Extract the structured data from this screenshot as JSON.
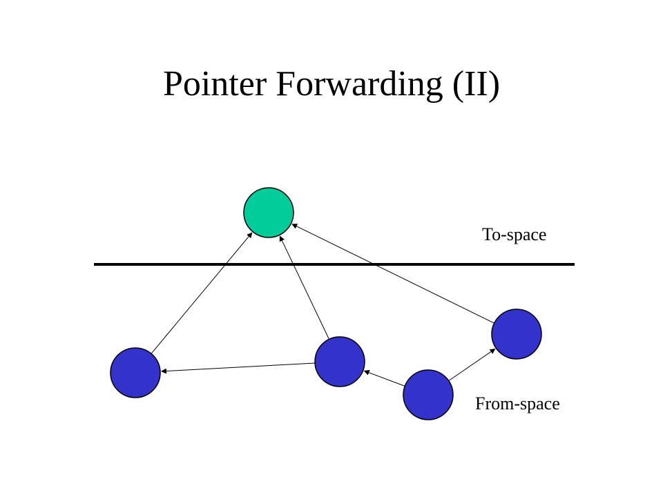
{
  "slide": {
    "title": "Pointer Forwarding (II)"
  },
  "labels": {
    "to_space": "To-space",
    "from_space": "From-space"
  },
  "colors": {
    "to_space_node": "#00cc99",
    "from_space_node": "#3333cc",
    "stroke": "#000000",
    "background": "#ffffff"
  },
  "nodes": {
    "to_space": [
      {
        "id": "t1"
      }
    ],
    "from_space": [
      {
        "id": "f1"
      },
      {
        "id": "f2"
      },
      {
        "id": "f3"
      },
      {
        "id": "f4"
      }
    ]
  },
  "edges": [
    {
      "from": "f1",
      "to": "t1"
    },
    {
      "from": "f2",
      "to": "t1"
    },
    {
      "from": "f4",
      "to": "t1"
    },
    {
      "from": "f2",
      "to": "f1"
    },
    {
      "from": "f3",
      "to": "f2"
    },
    {
      "from": "f3",
      "to": "f4"
    }
  ]
}
